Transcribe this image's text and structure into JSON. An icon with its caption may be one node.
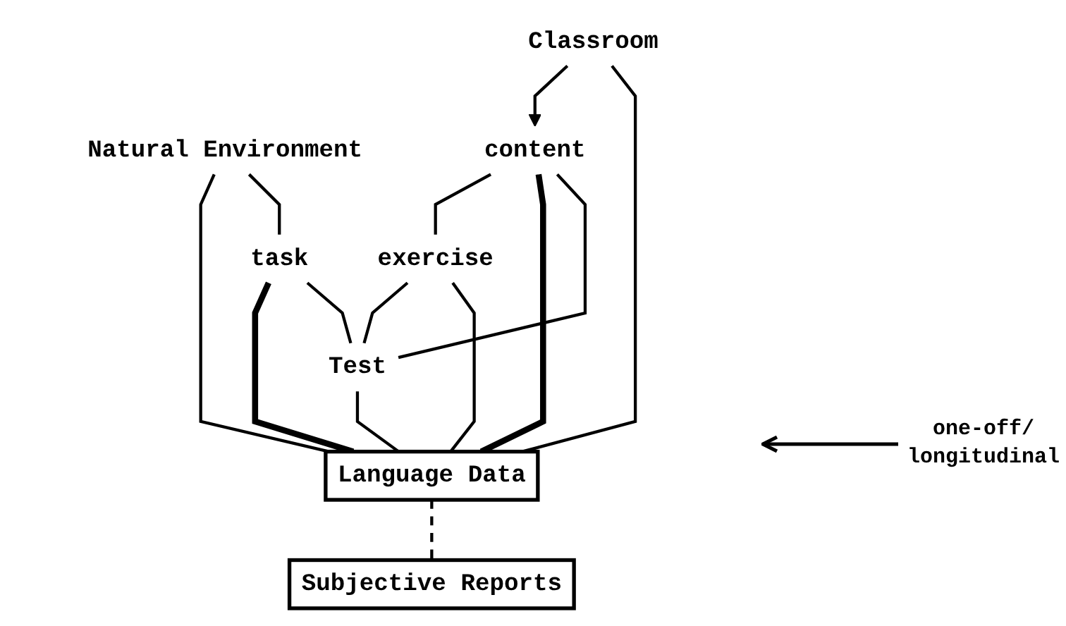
{
  "diagram": {
    "nodes": [
      {
        "text": [
          "Natural Environment"
        ]
      },
      {
        "text": [
          "Classroom"
        ]
      },
      {
        "text": [
          "content"
        ]
      },
      {
        "text": [
          "task"
        ]
      },
      {
        "text": [
          "exercise"
        ]
      },
      {
        "text": [
          "Test"
        ]
      },
      {
        "text": [
          "Language Data"
        ]
      },
      {
        "text": [
          "one-off/ longitudinal"
        ]
      },
      {
        "text": [
          "Subjective Reports"
        ]
      }
    ],
    "edges": [
      {
        "from": 0,
        "to": 6,
        "arrow": "none"
      },
      {
        "from": 0,
        "to": 3,
        "arrow": "none"
      },
      {
        "from": 3,
        "to": 6,
        "arrow": "none",
        "style": "thick"
      },
      {
        "from": 3,
        "to": 5,
        "arrow": "none"
      },
      {
        "from": 1,
        "to": 2,
        "arrow": "to"
      },
      {
        "from": 1,
        "to": 6,
        "arrow": "none"
      },
      {
        "from": 2,
        "to": 4,
        "arrow": "none"
      },
      {
        "from": 2,
        "to": 6,
        "arrow": "none",
        "style": "thick"
      },
      {
        "from": 2,
        "to": 5,
        "arrow": "none"
      },
      {
        "from": 4,
        "to": 5,
        "arrow": "none"
      },
      {
        "from": 4,
        "to": 6,
        "arrow": "none"
      },
      {
        "from": 5,
        "to": 6,
        "arrow": "none"
      },
      {
        "from": 6,
        "to": 8,
        "arrow": "none",
        "style": "dashed"
      },
      {
        "from": 7,
        "to": null,
        "arrow": "to"
      }
    ]
  }
}
